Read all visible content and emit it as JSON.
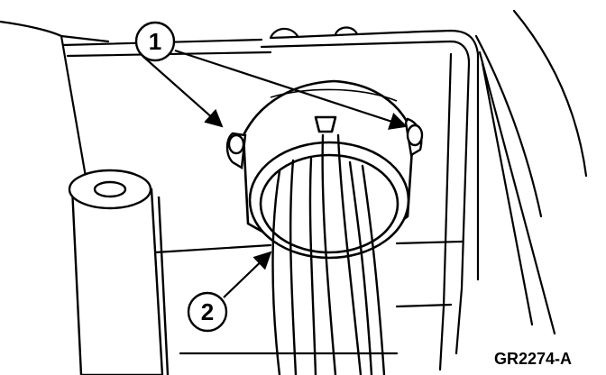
{
  "diagram": {
    "callouts": [
      {
        "label": "1"
      },
      {
        "label": "2"
      }
    ],
    "figure_id": "GR2274-A"
  }
}
